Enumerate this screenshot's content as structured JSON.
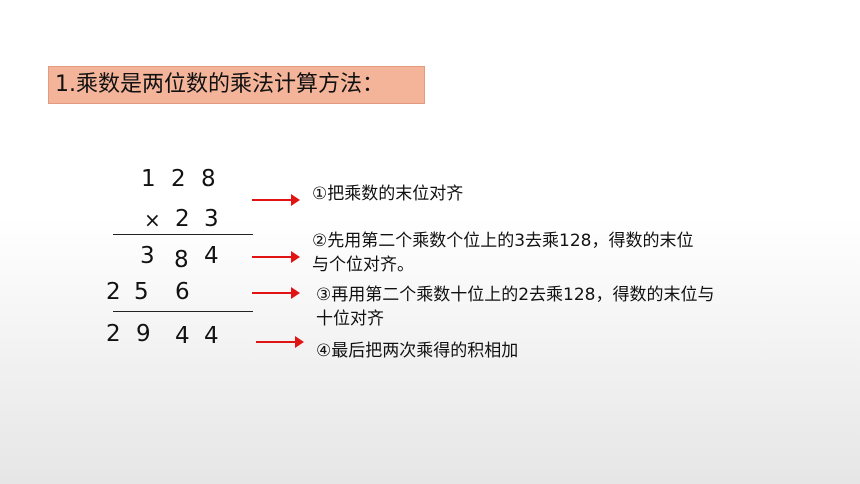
{
  "title": "1.乘数是两位数的乘法计算方法：",
  "calc": {
    "row1": [
      "1",
      "2",
      "8"
    ],
    "times": "×",
    "row2": [
      "2",
      "3"
    ],
    "partial1": [
      "3",
      "8",
      "4"
    ],
    "partial2": [
      "2",
      "5",
      "6"
    ],
    "result": [
      "2",
      "9",
      "4",
      "4"
    ]
  },
  "steps": [
    {
      "line1": "①把乘数的末位对齐",
      "line2": ""
    },
    {
      "line1": "②先用第二个乘数个位上的3去乘128，得数的末位",
      "line2": "与个位对齐。"
    },
    {
      "line1": "③再用第二个乘数十位上的2去乘128，得数的末位与",
      "line2": "十位对齐"
    },
    {
      "line1": "④最后把两次乘得的积相加",
      "line2": ""
    }
  ],
  "colors": {
    "title_bg": "#f4b49a",
    "arrow": "#e01414"
  }
}
